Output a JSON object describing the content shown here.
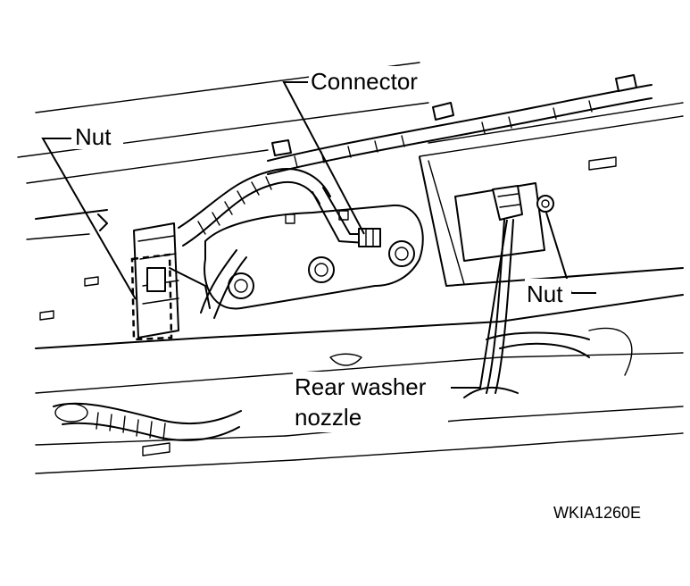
{
  "diagram": {
    "labels": {
      "nut_left": "Nut",
      "connector": "Connector",
      "nut_right": "Nut",
      "rear_washer_nozzle_line1": "Rear washer",
      "rear_washer_nozzle_line2": "nozzle"
    },
    "figure_code": "WKIA1260E"
  }
}
